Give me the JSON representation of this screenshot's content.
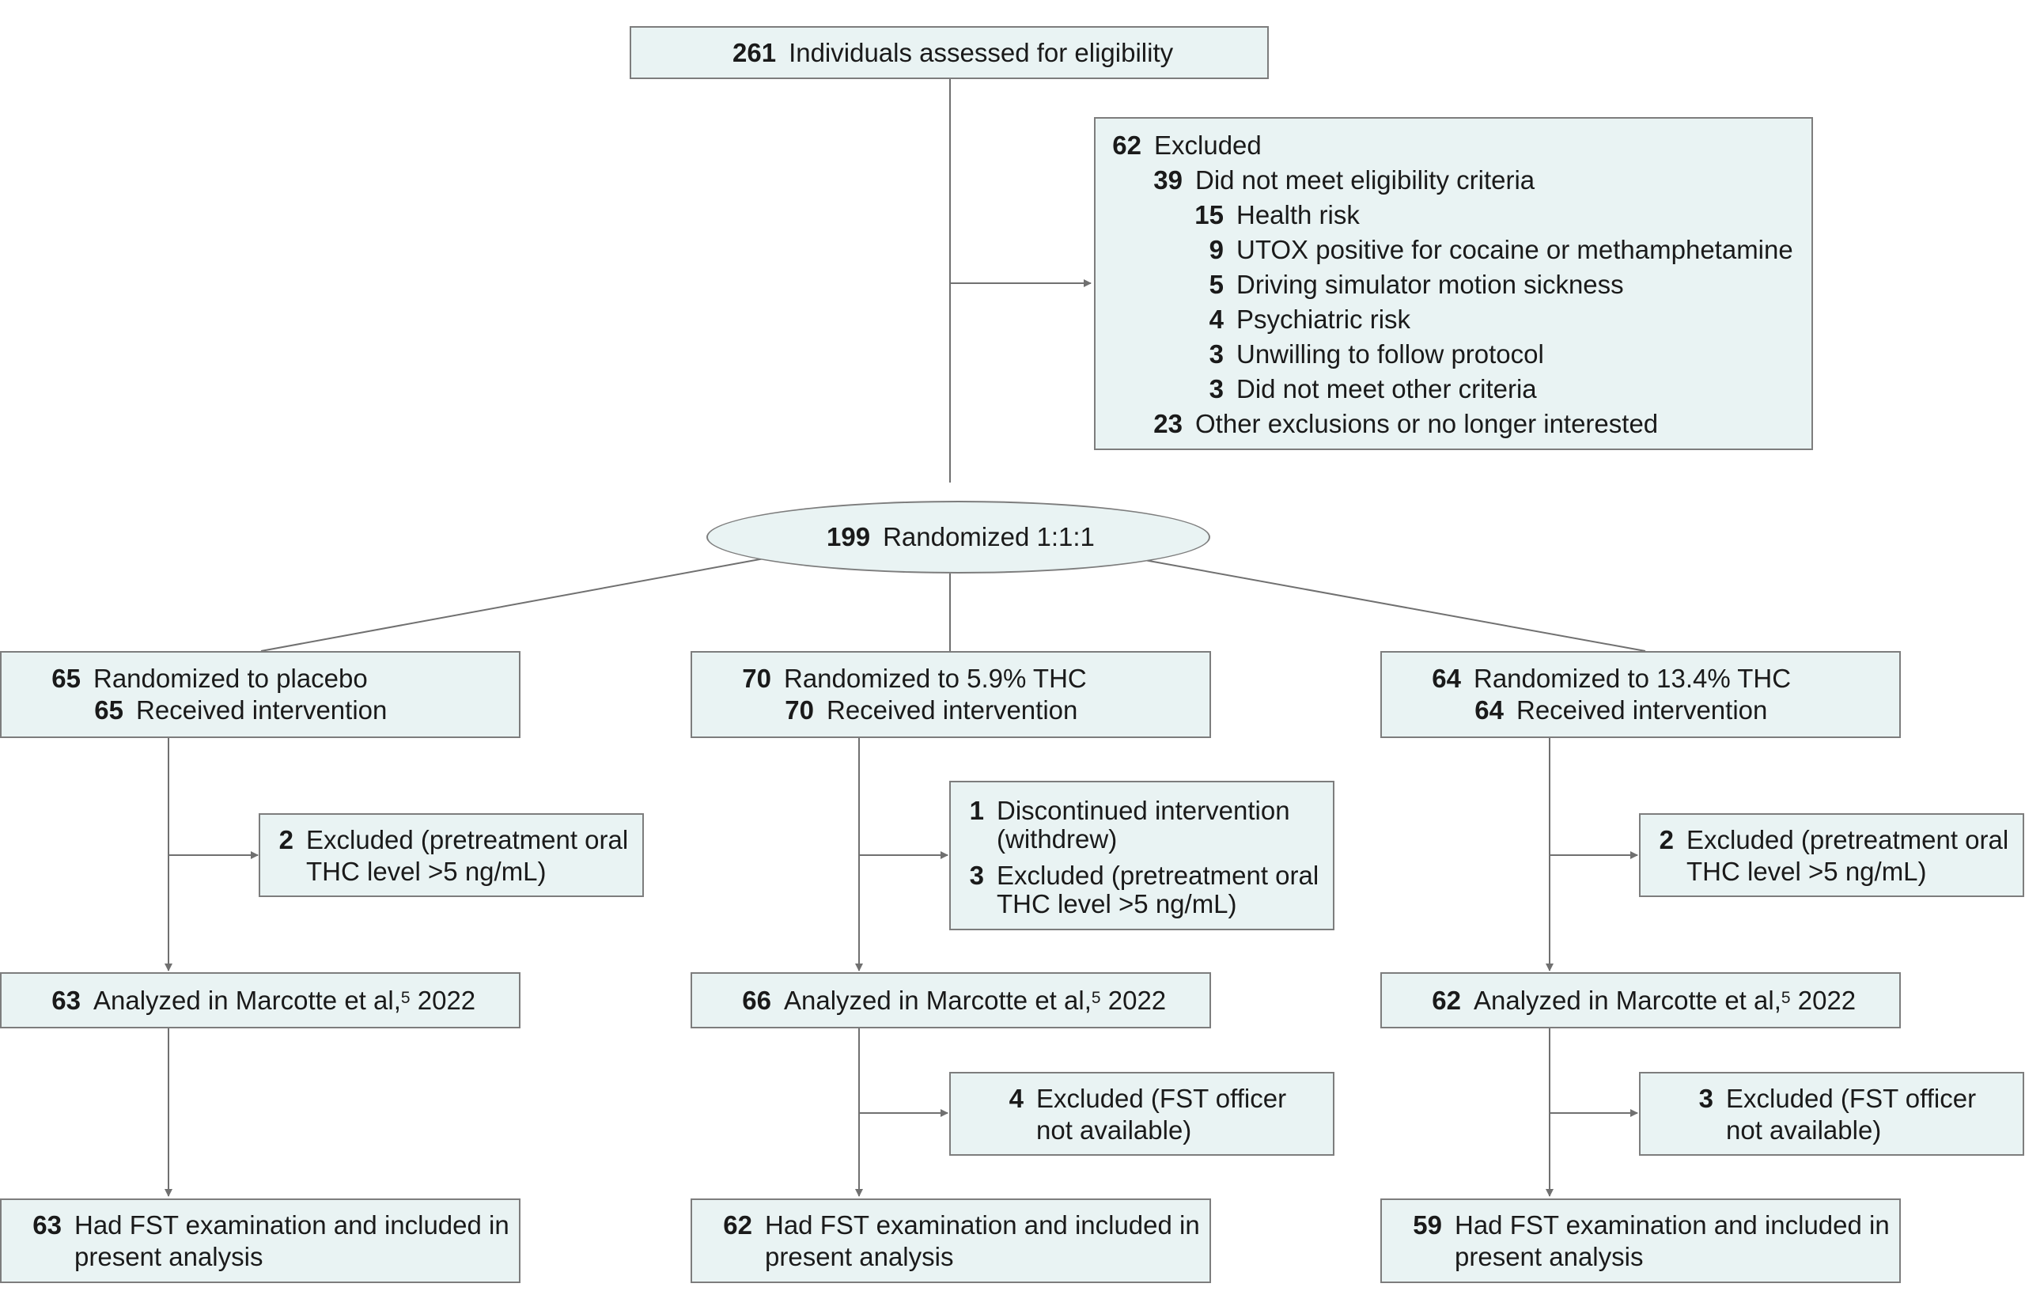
{
  "assessed": {
    "n": "261",
    "label": "Individuals assessed for eligibility"
  },
  "excluded_main": [
    {
      "n": "62",
      "label": "Excluded"
    },
    {
      "n": "39",
      "label": "Did not meet eligibility criteria"
    },
    {
      "n": "15",
      "label": "Health risk"
    },
    {
      "n": "9",
      "label": "UTOX positive for cocaine or methamphetamine"
    },
    {
      "n": "5",
      "label": "Driving simulator motion sickness"
    },
    {
      "n": "4",
      "label": "Psychiatric risk"
    },
    {
      "n": "3",
      "label": "Unwilling to follow protocol"
    },
    {
      "n": "3",
      "label": "Did not meet other criteria"
    },
    {
      "n": "23",
      "label": "Other exclusions or no longer interested"
    }
  ],
  "randomized": {
    "n": "199",
    "label": "Randomized 1:1:1"
  },
  "arms": [
    {
      "randomized": {
        "n": "65",
        "label": "Randomized to placebo"
      },
      "received": {
        "n": "65",
        "label": "Received intervention"
      },
      "excluded_1": [
        {
          "n": "2",
          "label": "Excluded (pretreatment oral",
          "cont": "THC level >5 ng/mL)"
        }
      ],
      "analyzed": {
        "n": "63",
        "label": "Analyzed in Marcotte et al,",
        "ref": "5",
        "year": "2022"
      },
      "excluded_2": [],
      "final": {
        "n": "63",
        "label": "Had FST examination and included in",
        "cont": "present analysis"
      }
    },
    {
      "randomized": {
        "n": "70",
        "label": "Randomized to 5.9% THC"
      },
      "received": {
        "n": "70",
        "label": "Received intervention"
      },
      "excluded_1": [
        {
          "n": "1",
          "label": "Discontinued intervention",
          "cont": "(withdrew)"
        },
        {
          "n": "3",
          "label": "Excluded (pretreatment oral",
          "cont": "THC level >5 ng/mL)"
        }
      ],
      "analyzed": {
        "n": "66",
        "label": "Analyzed in Marcotte et al,",
        "ref": "5",
        "year": "2022"
      },
      "excluded_2": [
        {
          "n": "4",
          "label": "Excluded (FST officer",
          "cont": "not available)"
        }
      ],
      "final": {
        "n": "62",
        "label": "Had FST examination and included in",
        "cont": "present analysis"
      }
    },
    {
      "randomized": {
        "n": "64",
        "label": "Randomized to 13.4% THC"
      },
      "received": {
        "n": "64",
        "label": "Received intervention"
      },
      "excluded_1": [
        {
          "n": "2",
          "label": "Excluded (pretreatment oral",
          "cont": "THC level >5 ng/mL)"
        }
      ],
      "analyzed": {
        "n": "62",
        "label": "Analyzed in Marcotte et al,",
        "ref": "5",
        "year": "2022"
      },
      "excluded_2": [
        {
          "n": "3",
          "label": "Excluded (FST officer",
          "cont": "not available)"
        }
      ],
      "final": {
        "n": "59",
        "label": "Had FST examination and included in",
        "cont": "present analysis"
      }
    }
  ],
  "colors": {
    "box_fill": "#e9f3f3",
    "box_border": "#7d7d7d",
    "line": "#707070"
  }
}
